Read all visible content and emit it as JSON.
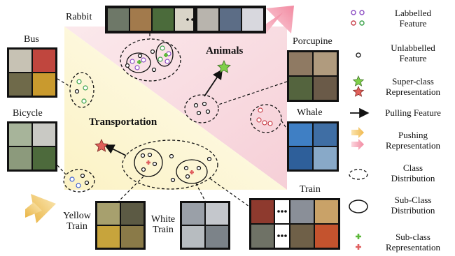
{
  "diagram": {
    "superclasses": {
      "animals": "Animals",
      "transportation": "Transportation"
    },
    "classes": {
      "rabbit": "Rabbit",
      "bus": "Bus",
      "bicycle": "Bicycle",
      "porcupine": "Porcupine",
      "whale": "Whale",
      "train": "Train",
      "yellow_train_1": "Yellow",
      "yellow_train_2": "Train",
      "white_train_1": "White",
      "white_train_2": "Train"
    }
  },
  "legend": {
    "labelled_feature": [
      "Labbelled",
      "Feature"
    ],
    "unlabelled_feature": [
      "Unlabbelled",
      "Feature"
    ],
    "superclass_representation": [
      "Super-class",
      "Representation"
    ],
    "pulling_feature": "Pulling Feature",
    "pushing_representation": [
      "Pushing",
      "Representation"
    ],
    "class_distribution": [
      "Class",
      "Distribution"
    ],
    "subclass_distribution": [
      "Sub-Class",
      "Distribution"
    ],
    "subclass_representation": [
      "Sub-class",
      "Representation"
    ]
  },
  "colors": {
    "pink_region": "#f8dde2",
    "yellow_region": "#fdf8dc",
    "superclass_star_animals": "#7fcf4a",
    "superclass_star_transport": "#e0605a",
    "subclass_cross_green": "#5cb83a",
    "subclass_cross_red": "#e06060",
    "labelled_purple": "#8d4fc4",
    "labelled_green": "#3aa24a",
    "labelled_blue": "#3f5fd0",
    "labelled_red": "#c8404a",
    "push_orange": "#f3c56e",
    "push_pink": "#f4a6b6"
  }
}
